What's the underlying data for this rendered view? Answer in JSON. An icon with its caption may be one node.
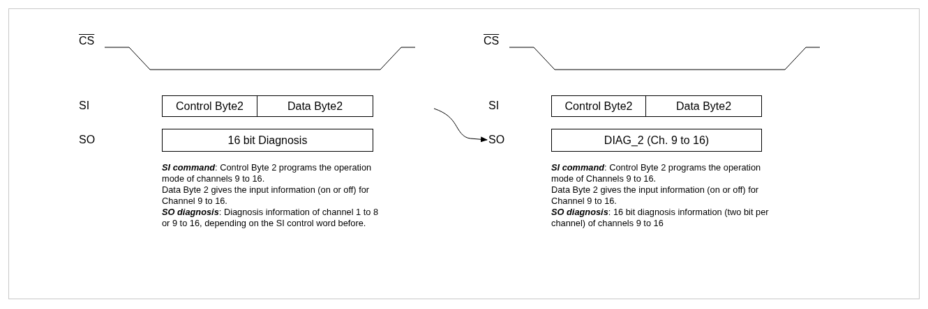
{
  "diagram": {
    "nodes": [
      {
        "text": [
          "Control Byte2"
        ]
      },
      {
        "text": [
          "Data Byte2"
        ]
      },
      {
        "text": [
          "16 bit Diagnosis"
        ]
      },
      {
        "text": [
          "Control Byte2"
        ]
      },
      {
        "text": [
          "Data Byte2"
        ]
      },
      {
        "text": [
          "SO"
        ]
      },
      {
        "text": [
          "DIAG_2 (Ch. 9 to 16)"
        ]
      }
    ],
    "edges": [
      {
        "from": null,
        "to": 5,
        "arrow": "to"
      }
    ],
    "labels": [
      "CS",
      "SI",
      "SO",
      "**SI command**: Control Byte 2 programs the operation mode of channels 9 to 16.",
      "Data Byte 2 gives the input information (on or off) for Channel 9 to 16.",
      "**SO diagnosis**: Diagnosis information of channel 1 to 8 or 9 to 16, depending on the SI control word before.",
      "CS",
      "SI",
      "**SI command**: Control Byte 2 programs the operation mode of Channels 9 to 16.",
      "Data Byte 2 gives the input information (on or off) for Channel 9 to 16.",
      "**SO diagnosis**: 16 bit diagnosis information (two bit per channel) of channels 9 to 16"
    ]
  }
}
